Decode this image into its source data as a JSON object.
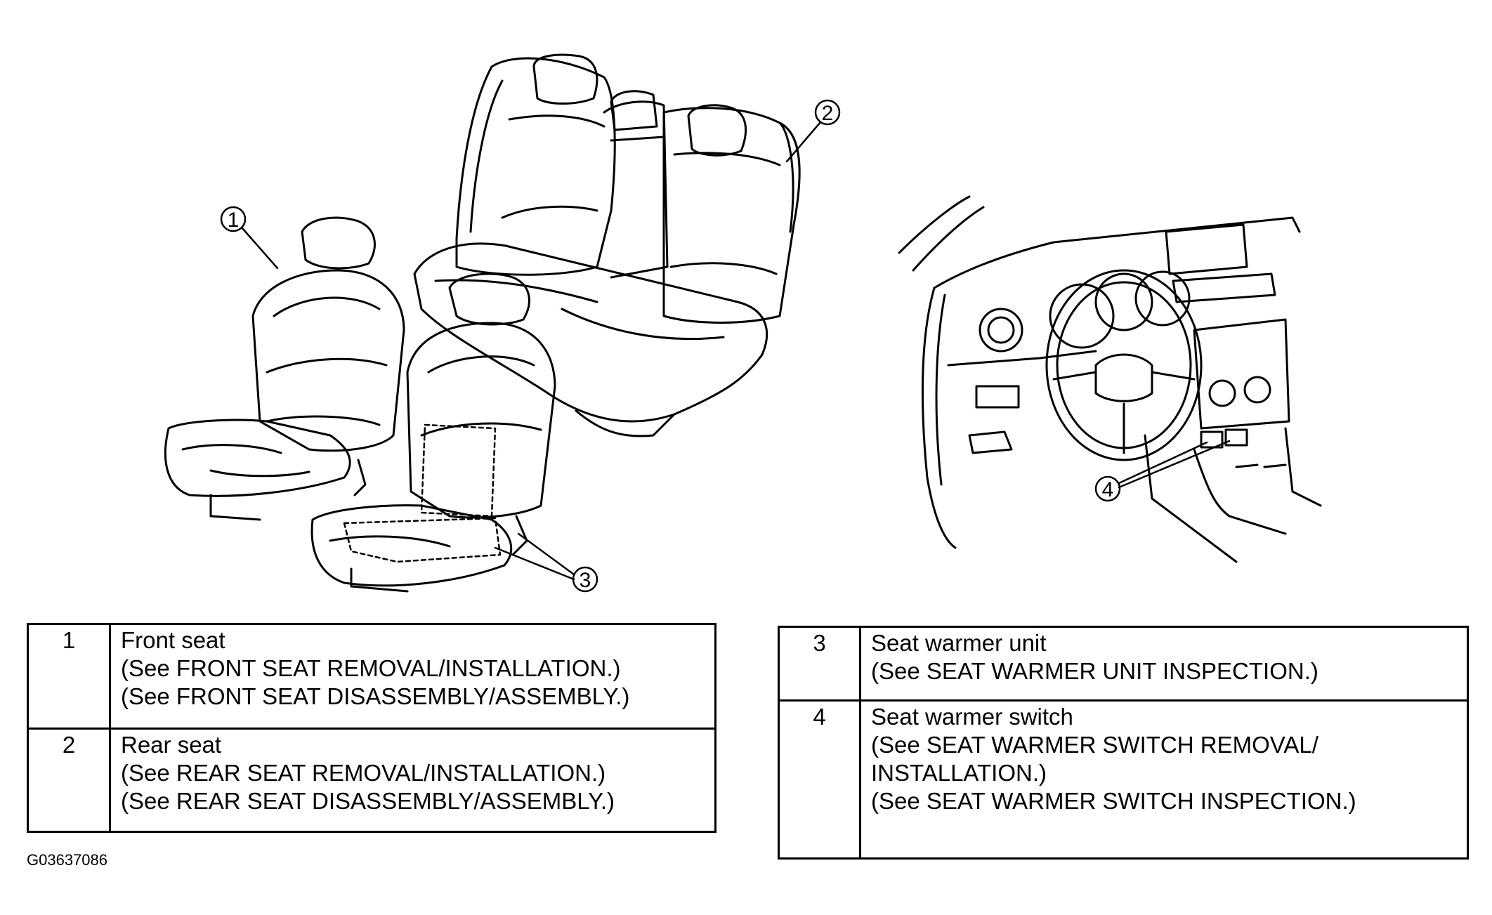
{
  "callouts": [
    "1",
    "2",
    "3",
    "4"
  ],
  "legend_left": [
    {
      "num": "1",
      "title": "Front seat",
      "refs": [
        "(See FRONT SEAT REMOVAL/INSTALLATION.)",
        "(See FRONT SEAT DISASSEMBLY/ASSEMBLY.)"
      ]
    },
    {
      "num": "2",
      "title": "Rear seat",
      "refs": [
        "(See REAR SEAT REMOVAL/INSTALLATION.)",
        "(See REAR SEAT DISASSEMBLY/ASSEMBLY.)"
      ]
    }
  ],
  "legend_right": [
    {
      "num": "3",
      "title": "Seat warmer unit",
      "refs": [
        "(See SEAT WARMER UNIT INSPECTION.)"
      ]
    },
    {
      "num": "4",
      "title": "Seat warmer switch",
      "refs": [
        "(See SEAT WARMER SWITCH REMOVAL/",
        "INSTALLATION.)",
        "(See SEAT WARMER SWITCH INSPECTION.)"
      ]
    }
  ],
  "figure_code": "G03637086"
}
